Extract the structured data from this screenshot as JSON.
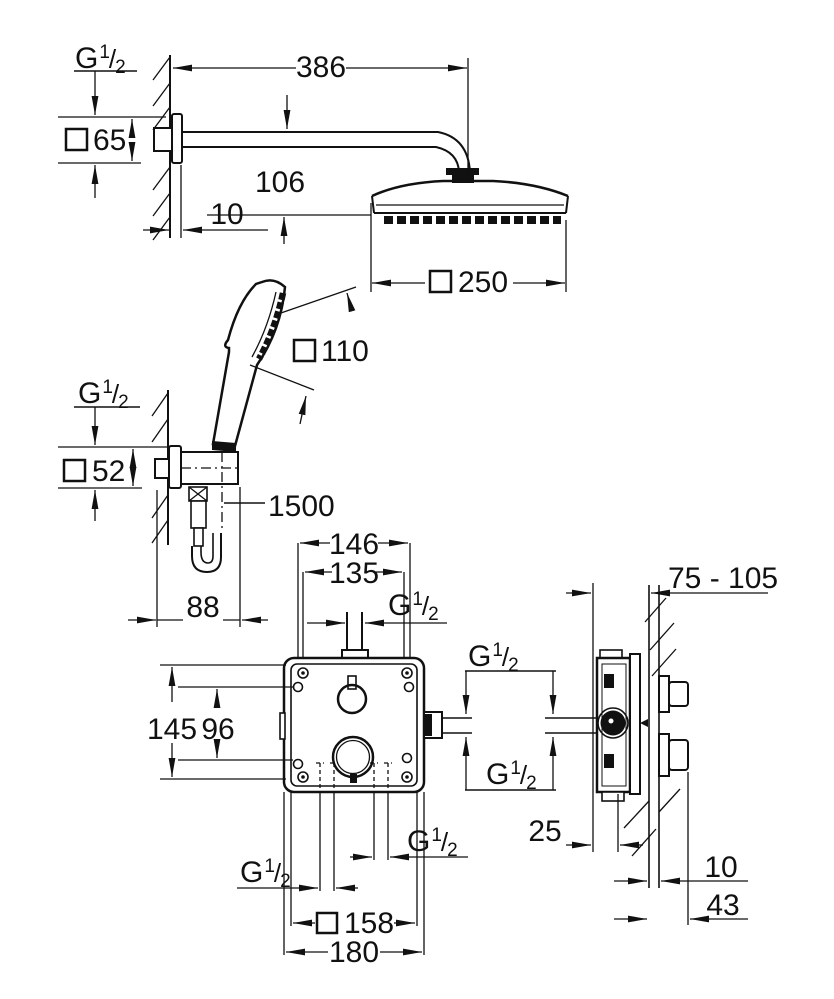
{
  "drawing": {
    "title": "Shower system installation dimension drawing",
    "views": [
      "head-shower-side-view",
      "hand-shower-holder-view",
      "concealed-mixer-front-view",
      "concealed-mixer-side-view"
    ]
  },
  "sym": {
    "g": "G",
    "sup": "1",
    "slash": "/",
    "sub": "2"
  },
  "dims": {
    "arm_length": "386",
    "arm_flange": "65",
    "arm_drop": "106",
    "wall_gap": "10",
    "head_size": "250",
    "hand_face": "110",
    "holder_flange": "52",
    "hose_length": "1500",
    "holder_depth": "88",
    "box_outer_w": "146",
    "box_inner_w": "135",
    "box_h": "145",
    "hole_spacing": "96",
    "cover": "158",
    "box_total": "180",
    "depth_range": "75 - 105",
    "front_offset": "25",
    "wall_thickness": "10",
    "projection": "43"
  }
}
